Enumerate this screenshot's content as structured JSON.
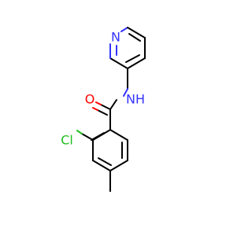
{
  "molecule": {
    "atoms": {
      "pyridine_n": {
        "label": "N",
        "color": "#3333ff"
      },
      "amide_nh": {
        "label": "NH",
        "color": "#3333ff"
      },
      "carbonyl_o": {
        "label": "O",
        "color": "#ff0000"
      },
      "chlorine": {
        "label": "Cl",
        "color": "#1fbf1f"
      }
    }
  }
}
